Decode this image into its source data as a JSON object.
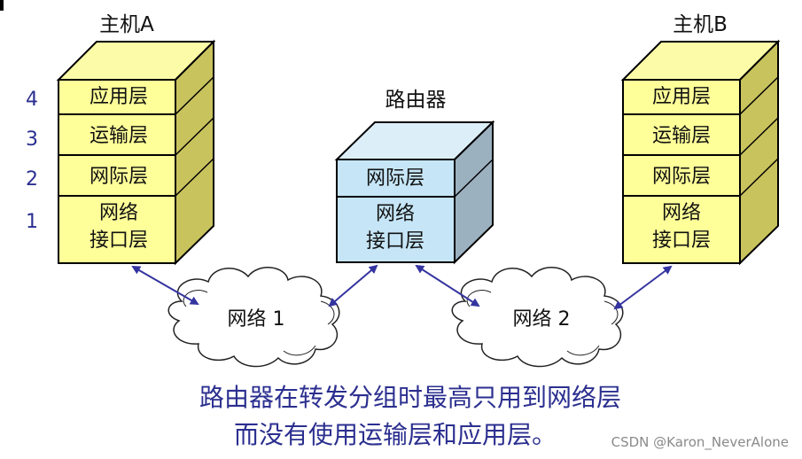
{
  "hostA": {
    "title": "主机A",
    "layers": [
      "应用层",
      "运输层",
      "网际层",
      "网络\n接口层"
    ],
    "numbers": [
      "4",
      "3",
      "2",
      "1"
    ]
  },
  "router": {
    "title": "路由器",
    "layers": [
      "网际层",
      "网络\n接口层"
    ]
  },
  "hostB": {
    "title": "主机B",
    "layers": [
      "应用层",
      "运输层",
      "网际层",
      "网络\n接口层"
    ]
  },
  "networks": [
    "网络 1",
    "网络 2"
  ],
  "caption": {
    "line1": "路由器在转发分组时最高只用到网络层",
    "line2": "而没有使用运输层和应用层。"
  },
  "watermark": "CSDN @Karon_NeverAlone",
  "colors": {
    "host_face": "#ffff99",
    "host_side": "#c9c35e",
    "host_top": "#fcfca8",
    "router_face": "#c6e6f7",
    "router_side": "#9cb1c0",
    "router_top": "#dceff9",
    "text_blue": "#2b2f8f",
    "arrow": "#3434a0"
  }
}
